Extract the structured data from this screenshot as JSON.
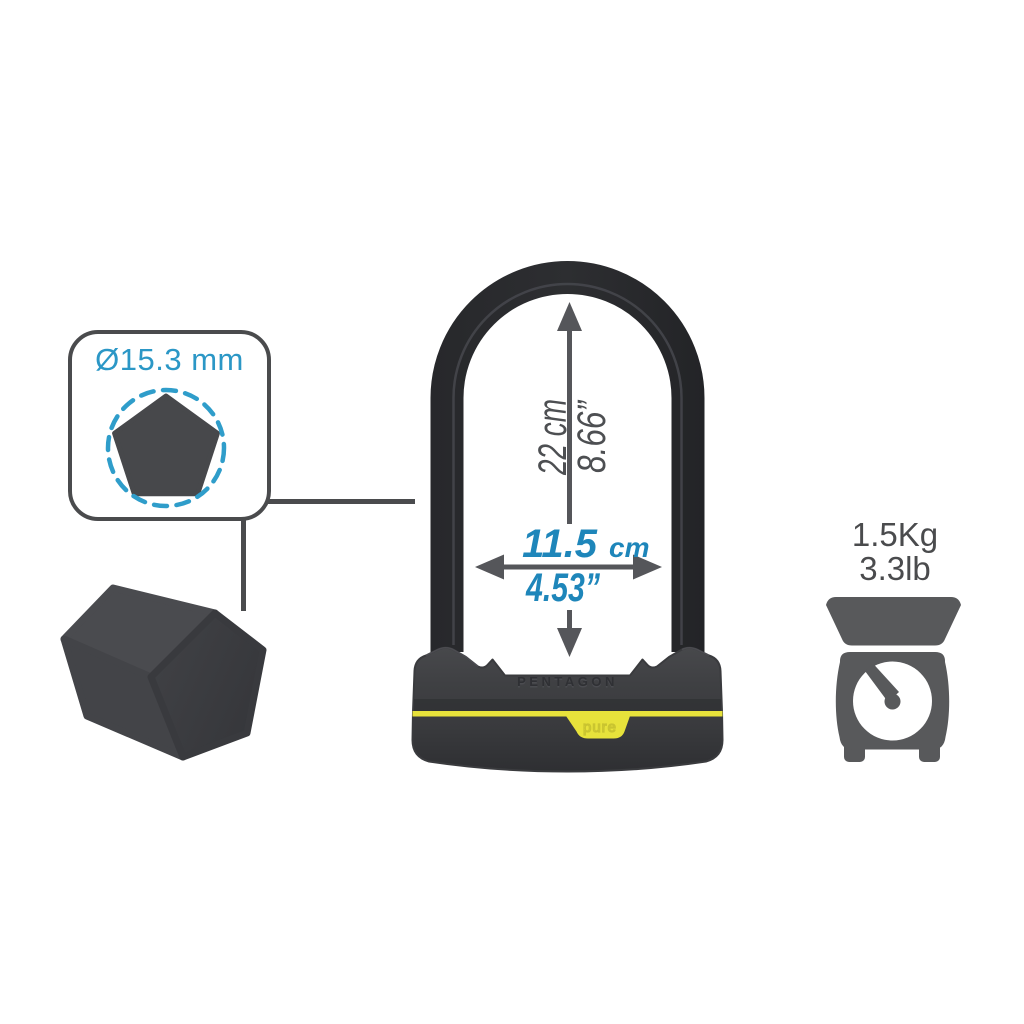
{
  "callout": {
    "diameter_label": "Ø15.3 mm"
  },
  "dimensions": {
    "height_metric": "22 cm",
    "height_imperial": "8.66”",
    "width_value": "11.5",
    "width_unit": "cm",
    "width_imperial": "4.53”"
  },
  "weight": {
    "metric": "1.5Kg",
    "imperial": "3.3lb"
  },
  "lock": {
    "brand_embossed": "PENTAGON",
    "model_badge": "pure"
  },
  "icons": {
    "cross_section": "pentagon-cross-section-icon",
    "shackle_end": "pentagon-shackle-3d-icon",
    "weight": "kitchen-scale-icon"
  },
  "colors": {
    "dimension_blue": "#1e86ba",
    "callout_blue": "#2b97c6",
    "dashed_circle_blue": "#2f9dca",
    "accent_yellow": "#e7e23b",
    "line_gray": "#55565a",
    "icon_gray": "#58595b",
    "text_gray": "#4a4b4d",
    "body_dark": "#3e3f42",
    "shackle_dark": "#28292c"
  }
}
